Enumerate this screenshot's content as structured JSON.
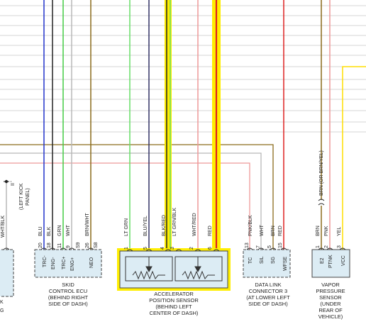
{
  "colors": {
    "blue": "#2233cc",
    "black": "#222222",
    "green": "#44cc44",
    "white_wire": "#b8b8b8",
    "brown": "#8a6a1a",
    "lt_green": "#66dd66",
    "navy": "#333366",
    "yellow": "#ffee00",
    "red": "#dd2222",
    "pink": "#ee9999",
    "box_fill": "#dcecf4",
    "highlight": "#ffee00"
  },
  "left_panel": {
    "kick_label": [
      "(LEFT KICK",
      "PANEL)"
    ],
    "kick_marker": "II",
    "wire_label": "WHT/BLK",
    "partial_lines": [
      "K",
      "G"
    ]
  },
  "skid": {
    "pins": [
      {
        "num": "20",
        "color": "BLU",
        "name": "TRC-"
      },
      {
        "num": "18",
        "color": "BLK",
        "name": "ENG-"
      },
      {
        "num": "11",
        "color": "GRN",
        "name": "TRC+"
      },
      {
        "num": "9",
        "color": "WHT",
        "name": "ENG+"
      },
      {
        "num": "26",
        "color": "BRN/WHT",
        "name": "NEO"
      }
    ],
    "s9": "S9",
    "s8": "S8",
    "label": [
      "SKID",
      "CONTROL ECU",
      "(BEHIND RIGHT",
      "SIDE OF DASH)"
    ]
  },
  "aps": {
    "pins": [
      {
        "num": "1",
        "color": "LT GRN"
      },
      {
        "num": "5",
        "color": "BLU/YEL"
      },
      {
        "num": "4",
        "color": "BLK/RED"
      },
      {
        "num": "3",
        "color": "LT GRN/BLK"
      },
      {
        "num": "2",
        "color": "WHT/RED"
      },
      {
        "num": "6",
        "color": "RED"
      }
    ],
    "label": [
      "ACCELERATOR",
      "POSITION SENSOR",
      "(BEHIND LEFT",
      "CENTER OF DASH)"
    ]
  },
  "dlc": {
    "pins": [
      {
        "num": "13",
        "color": "PNK/BLK",
        "name": "TC"
      },
      {
        "num": "7",
        "color": "WHT",
        "name": "SIL"
      },
      {
        "num": "5",
        "color": "BRN",
        "name": "SG"
      },
      {
        "num": "15",
        "color": "RED",
        "name": "WFSE"
      }
    ],
    "label": [
      "DATA LINK",
      "CONNECTOR 3",
      "(AT LOWER LEFT",
      "SIDE OF DASH)"
    ]
  },
  "vapor": {
    "wire_label": "BRN (OR BRN/YEL)",
    "pins": [
      {
        "num": "1",
        "color": "BRN",
        "name": "E2"
      },
      {
        "num": "2",
        "color": "PNK",
        "name": "PTNK"
      },
      {
        "num": "3",
        "color": "YEL",
        "name": "VCC"
      }
    ],
    "label": [
      "VAPOR",
      "PRESSURE",
      "SENSOR",
      "(UNDER",
      "REAR OF",
      "VEHICLE)"
    ]
  }
}
